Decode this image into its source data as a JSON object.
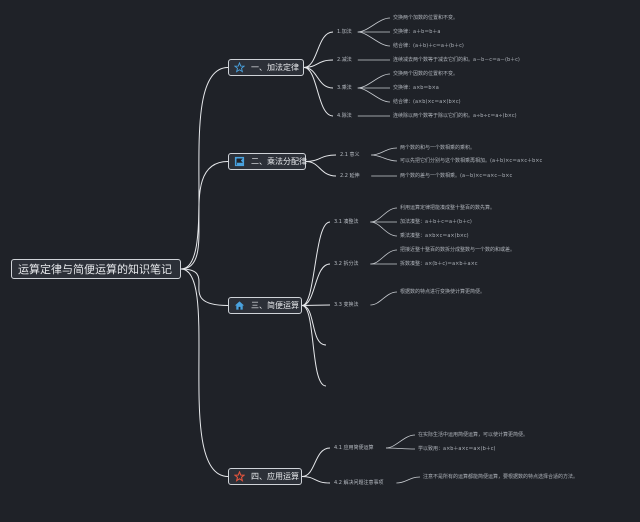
{
  "root": {
    "label": "运算定律与简便运算的知识笔记"
  },
  "branches": [
    {
      "label": "一、加法定律",
      "icon": "star-outline-icon",
      "color": "#4aa3e0",
      "subs": [
        {
          "label": "1.加法",
          "details": [
            "交换两个加数的位置和不变。",
            "交换律：a＋b＝b＋a",
            "结合律：(a＋b)＋c＝a＋(b＋c)"
          ]
        },
        {
          "label": "2.减法",
          "details": [
            "连续减去两个数等于减去它们的和。a－b－c＝a－(b＋c)"
          ]
        },
        {
          "label": "3.乘法",
          "details": [
            "交换两个因数的位置积不变。",
            "交换律：a×b＝b×a",
            "结合律：(a×b)×c＝a×(b×c)"
          ]
        },
        {
          "label": "4.除法",
          "details": [
            "连续除以两个数等于除以它们的积。a÷b÷c＝a÷(b×c)"
          ]
        }
      ]
    },
    {
      "label": "二、乘法分配律",
      "icon": "flag-icon",
      "color": "#4aa3e0",
      "subs": [
        {
          "label": "2.1 意义",
          "details": [
            "两个数的和与一个数相乘的乘积。",
            "可以先把它们分别与这个数相乘再相加。(a＋b)×c＝a×c＋b×c"
          ]
        },
        {
          "label": "2.2 延伸",
          "details": [
            "两个数的差与一个数相乘。(a－b)×c＝a×c－b×c"
          ]
        }
      ]
    },
    {
      "label": "三、简便运算",
      "icon": "house-icon",
      "color": "#4aa3e0",
      "subs": [
        {
          "label": "3.1 凑整法",
          "details": [
            "利用运算定律把能凑成整十整百的数先算。",
            "加法凑整：a＋b＋c＝a＋(b＋c)",
            "乘法凑整：a×b×c＝a×(b×c)"
          ]
        },
        {
          "label": "3.2 拆分法",
          "details": [
            "把接近整十整百的数拆分成整数与一个数的和或差。",
            "拆数凑整：a×(b＋c)＝a×b＋a×c"
          ]
        },
        {
          "label": "3.3 变换法",
          "details": [
            "根据数的特点进行变换使计算更简便。"
          ]
        },
        {
          "label": "",
          "details": []
        },
        {
          "label": "",
          "details": []
        }
      ]
    },
    {
      "label": "四、应用运算",
      "icon": "star-filled-icon",
      "color": "#e0533c",
      "subs": [
        {
          "label": "4.1 应用简便运算",
          "details": [
            "在实际生活中运用简便运算，可以使计算更简便。",
            "学以致用：a×b＋a×c＝a×(b＋c)"
          ]
        },
        {
          "label": "4.2 解决问题注意事项",
          "details": [
            "注意不是所有的运算都能简便运算，要根据数的特点选择合适的方法。"
          ]
        }
      ]
    }
  ]
}
